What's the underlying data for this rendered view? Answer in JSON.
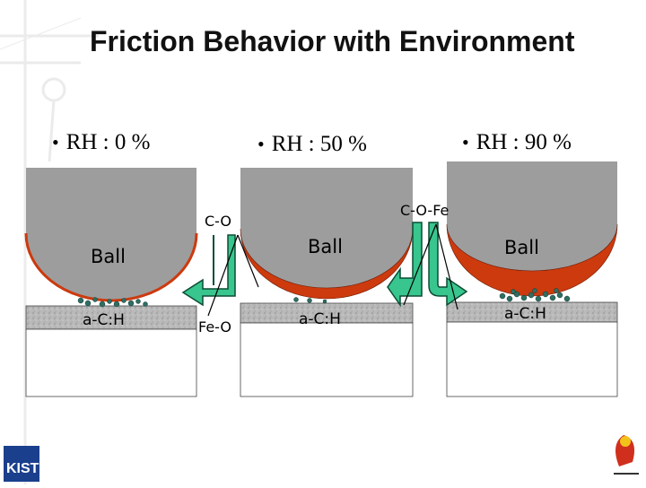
{
  "title": "Friction Behavior with Environment",
  "conditions": [
    {
      "bullet": "•",
      "label": "RH : 0 %"
    },
    {
      "bullet": "•",
      "label": "RH : 50 %"
    },
    {
      "bullet": "•",
      "label": "RH : 90 %"
    }
  ],
  "labels": {
    "ball": "Ball",
    "film": "a-C:H",
    "c_o": "C-O",
    "fe_o": "Fe-O",
    "c_o_fe": "C-O-Fe"
  },
  "logos": {
    "left": "KIST"
  },
  "colors": {
    "ball_fill": "#9d9d9d",
    "oxide_layer": "#cc3a0e",
    "arrow_fill": "#38c58e",
    "debris": "#2f6e62"
  }
}
